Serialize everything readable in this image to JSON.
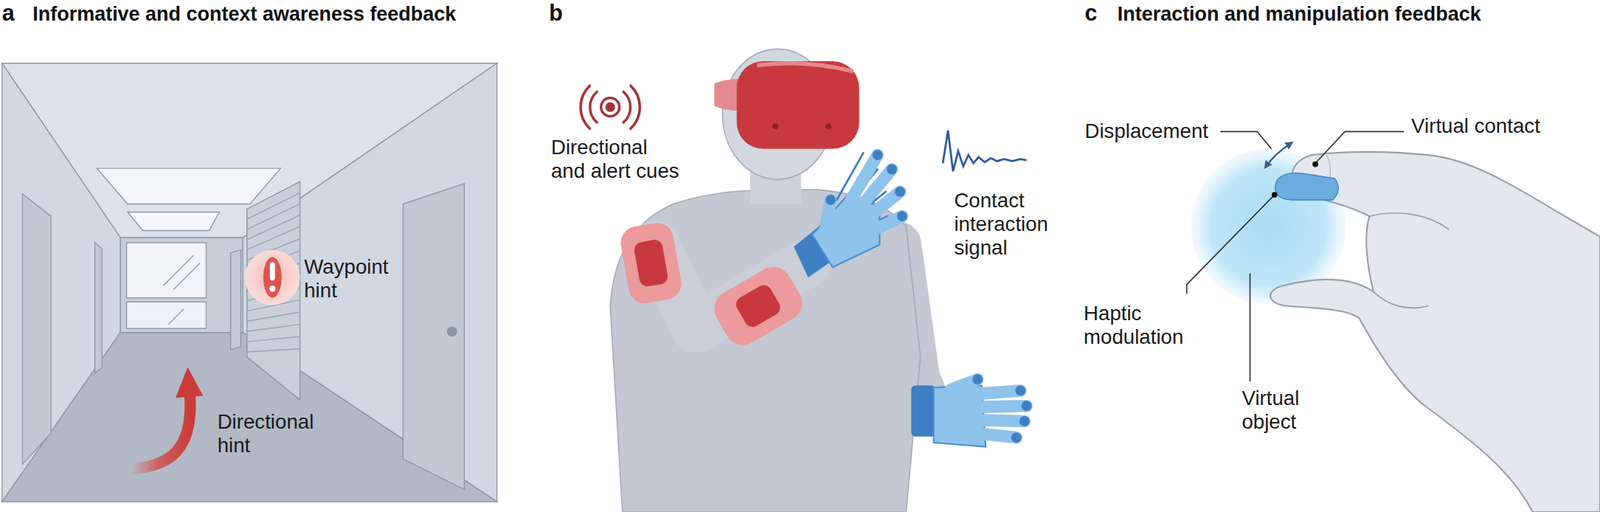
{
  "diagram": {
    "labels": [
      "a",
      "Informative and context awareness feedback",
      "Waypoint hint",
      "Directional hint",
      "b",
      "Directional and alert cues",
      "Contact interaction signal",
      "c",
      "Interaction and manipulation feedback",
      "Displacement",
      "Virtual contact",
      "Haptic modulation",
      "Virtual object"
    ]
  }
}
